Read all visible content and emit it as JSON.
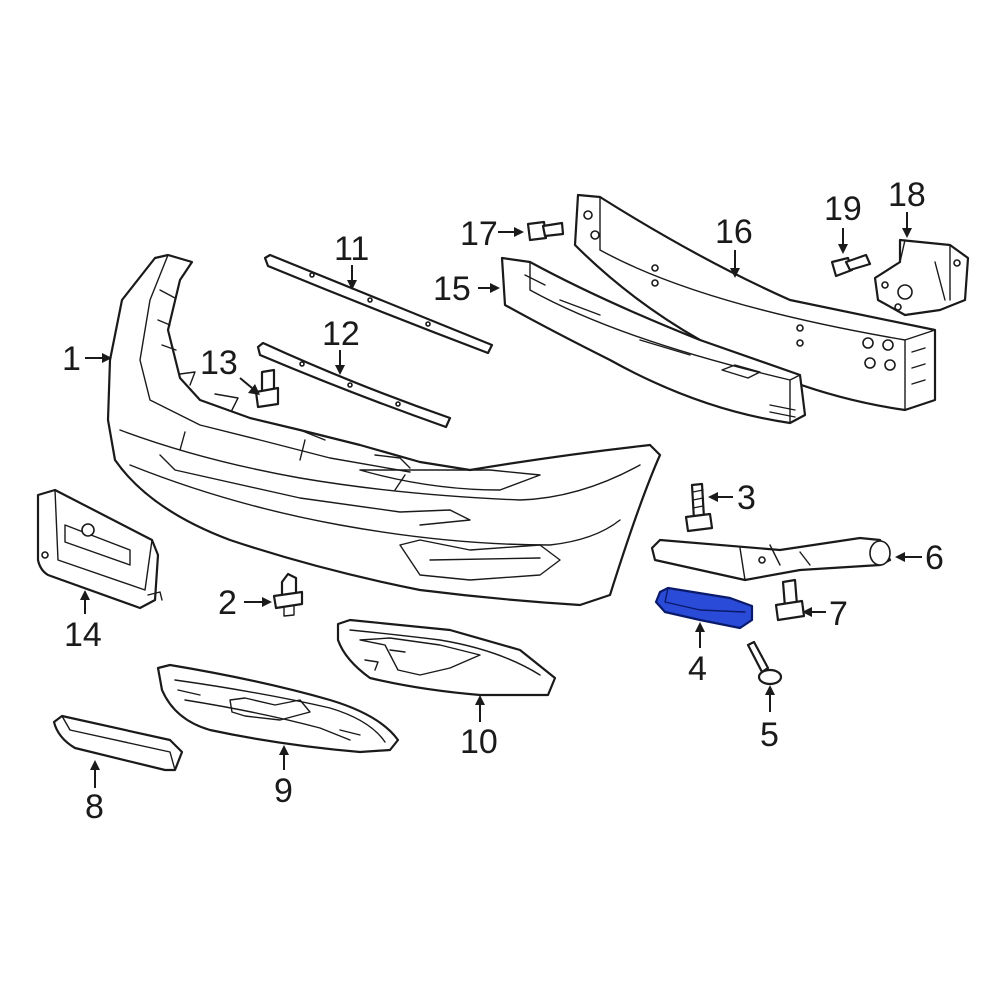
{
  "diagram": {
    "highlight_color": "#2a4bd7",
    "callouts": [
      {
        "id": "c1",
        "label": "1"
      },
      {
        "id": "c2",
        "label": "2"
      },
      {
        "id": "c3",
        "label": "3"
      },
      {
        "id": "c4",
        "label": "4"
      },
      {
        "id": "c5",
        "label": "5"
      },
      {
        "id": "c6",
        "label": "6"
      },
      {
        "id": "c7",
        "label": "7"
      },
      {
        "id": "c8",
        "label": "8"
      },
      {
        "id": "c9",
        "label": "9"
      },
      {
        "id": "c10",
        "label": "10"
      },
      {
        "id": "c11",
        "label": "11"
      },
      {
        "id": "c12",
        "label": "12"
      },
      {
        "id": "c13",
        "label": "13"
      },
      {
        "id": "c14",
        "label": "14"
      },
      {
        "id": "c15",
        "label": "15"
      },
      {
        "id": "c16",
        "label": "16"
      },
      {
        "id": "c17",
        "label": "17"
      },
      {
        "id": "c18",
        "label": "18"
      },
      {
        "id": "c19",
        "label": "19"
      }
    ]
  }
}
